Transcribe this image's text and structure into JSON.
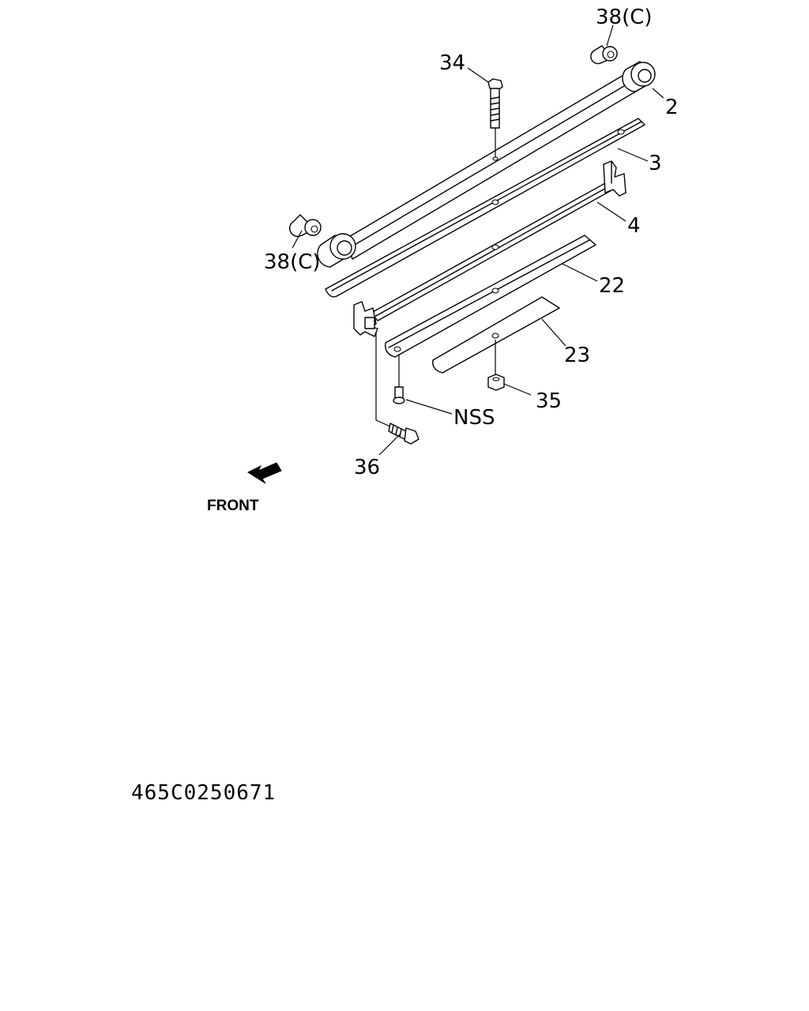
{
  "callouts": {
    "bushing_top": "38(C)",
    "bolt_34": "34",
    "leaf_2": "2",
    "leaf_3": "3",
    "leaf_4": "4",
    "leaf_22": "22",
    "leaf_23": "23",
    "nut_35": "35",
    "nss": "NSS",
    "bolt_36": "36",
    "bushing_left": "38(C)"
  },
  "front_label": "FRONT",
  "document_id": "465C0250671",
  "colors": {
    "line": "#000000",
    "background": "#ffffff"
  }
}
